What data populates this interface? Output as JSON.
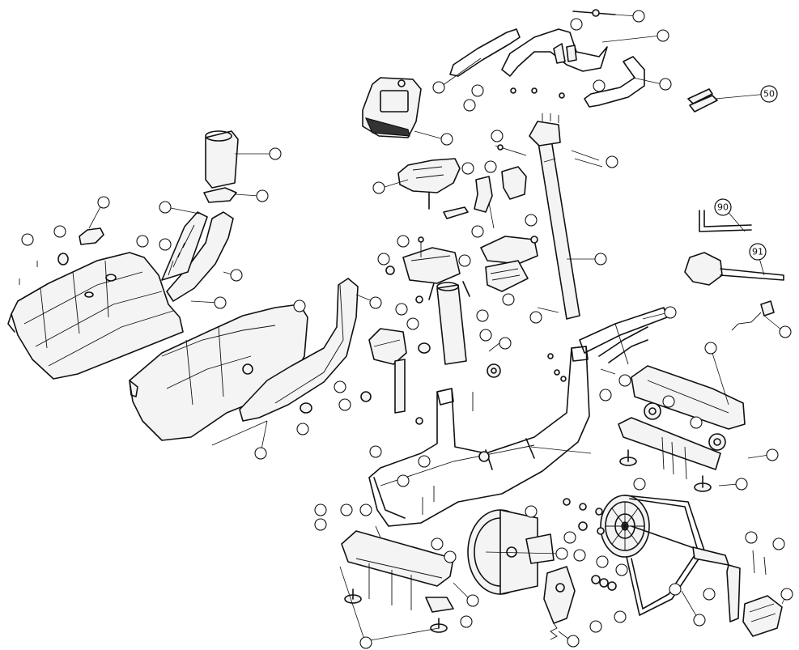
{
  "diagram": {
    "tool_labels": {
      "label_50": "50",
      "label_90": "90",
      "label_91": "91"
    },
    "callouts": [
      {
        "id": "c1",
        "label": ""
      },
      {
        "id": "c2",
        "label": ""
      },
      {
        "id": "c3",
        "label": ""
      },
      {
        "id": "c4",
        "label": ""
      },
      {
        "id": "c5",
        "label": ""
      },
      {
        "id": "c6",
        "label": ""
      },
      {
        "id": "c7",
        "label": ""
      },
      {
        "id": "c8",
        "label": ""
      },
      {
        "id": "c9",
        "label": ""
      },
      {
        "id": "c10",
        "label": ""
      },
      {
        "id": "c11",
        "label": ""
      },
      {
        "id": "c12",
        "label": ""
      },
      {
        "id": "c13",
        "label": ""
      },
      {
        "id": "c14",
        "label": ""
      },
      {
        "id": "c15",
        "label": ""
      },
      {
        "id": "c16",
        "label": ""
      },
      {
        "id": "c17",
        "label": ""
      },
      {
        "id": "c18",
        "label": ""
      },
      {
        "id": "c19",
        "label": ""
      },
      {
        "id": "c20",
        "label": ""
      },
      {
        "id": "c21",
        "label": ""
      },
      {
        "id": "c22",
        "label": ""
      },
      {
        "id": "c23",
        "label": ""
      },
      {
        "id": "c24",
        "label": ""
      },
      {
        "id": "c25",
        "label": ""
      },
      {
        "id": "c26",
        "label": ""
      },
      {
        "id": "c27",
        "label": ""
      },
      {
        "id": "c28",
        "label": ""
      },
      {
        "id": "c29",
        "label": ""
      },
      {
        "id": "c30",
        "label": ""
      },
      {
        "id": "c31",
        "label": ""
      },
      {
        "id": "c32",
        "label": ""
      },
      {
        "id": "c33",
        "label": ""
      },
      {
        "id": "c34",
        "label": ""
      },
      {
        "id": "c35",
        "label": ""
      },
      {
        "id": "c36",
        "label": ""
      },
      {
        "id": "c37",
        "label": ""
      },
      {
        "id": "c38",
        "label": ""
      },
      {
        "id": "c39",
        "label": ""
      },
      {
        "id": "c40",
        "label": ""
      },
      {
        "id": "c41",
        "label": ""
      },
      {
        "id": "c42",
        "label": ""
      },
      {
        "id": "c43",
        "label": ""
      },
      {
        "id": "c44",
        "label": ""
      },
      {
        "id": "c45",
        "label": ""
      },
      {
        "id": "c46",
        "label": ""
      },
      {
        "id": "c47",
        "label": ""
      },
      {
        "id": "c48",
        "label": ""
      },
      {
        "id": "c49",
        "label": ""
      },
      {
        "id": "c50",
        "label": ""
      },
      {
        "id": "c51",
        "label": ""
      },
      {
        "id": "c52",
        "label": ""
      },
      {
        "id": "c53",
        "label": ""
      },
      {
        "id": "c54",
        "label": ""
      },
      {
        "id": "c55",
        "label": ""
      },
      {
        "id": "c56",
        "label": ""
      },
      {
        "id": "c57",
        "label": ""
      },
      {
        "id": "c58",
        "label": ""
      },
      {
        "id": "c59",
        "label": ""
      },
      {
        "id": "c60",
        "label": ""
      },
      {
        "id": "c61",
        "label": ""
      },
      {
        "id": "c62",
        "label": ""
      },
      {
        "id": "c63",
        "label": ""
      },
      {
        "id": "c64",
        "label": ""
      },
      {
        "id": "c65",
        "label": ""
      },
      {
        "id": "c66",
        "label": ""
      },
      {
        "id": "c67",
        "label": ""
      },
      {
        "id": "c68",
        "label": ""
      },
      {
        "id": "c69",
        "label": ""
      },
      {
        "id": "c70",
        "label": ""
      },
      {
        "id": "c71",
        "label": ""
      },
      {
        "id": "c72",
        "label": ""
      },
      {
        "id": "c73",
        "label": ""
      },
      {
        "id": "c74",
        "label": ""
      },
      {
        "id": "c75",
        "label": ""
      },
      {
        "id": "c76",
        "label": ""
      },
      {
        "id": "c77",
        "label": ""
      },
      {
        "id": "c78",
        "label": ""
      },
      {
        "id": "c79",
        "label": ""
      },
      {
        "id": "c80",
        "label": ""
      }
    ]
  }
}
